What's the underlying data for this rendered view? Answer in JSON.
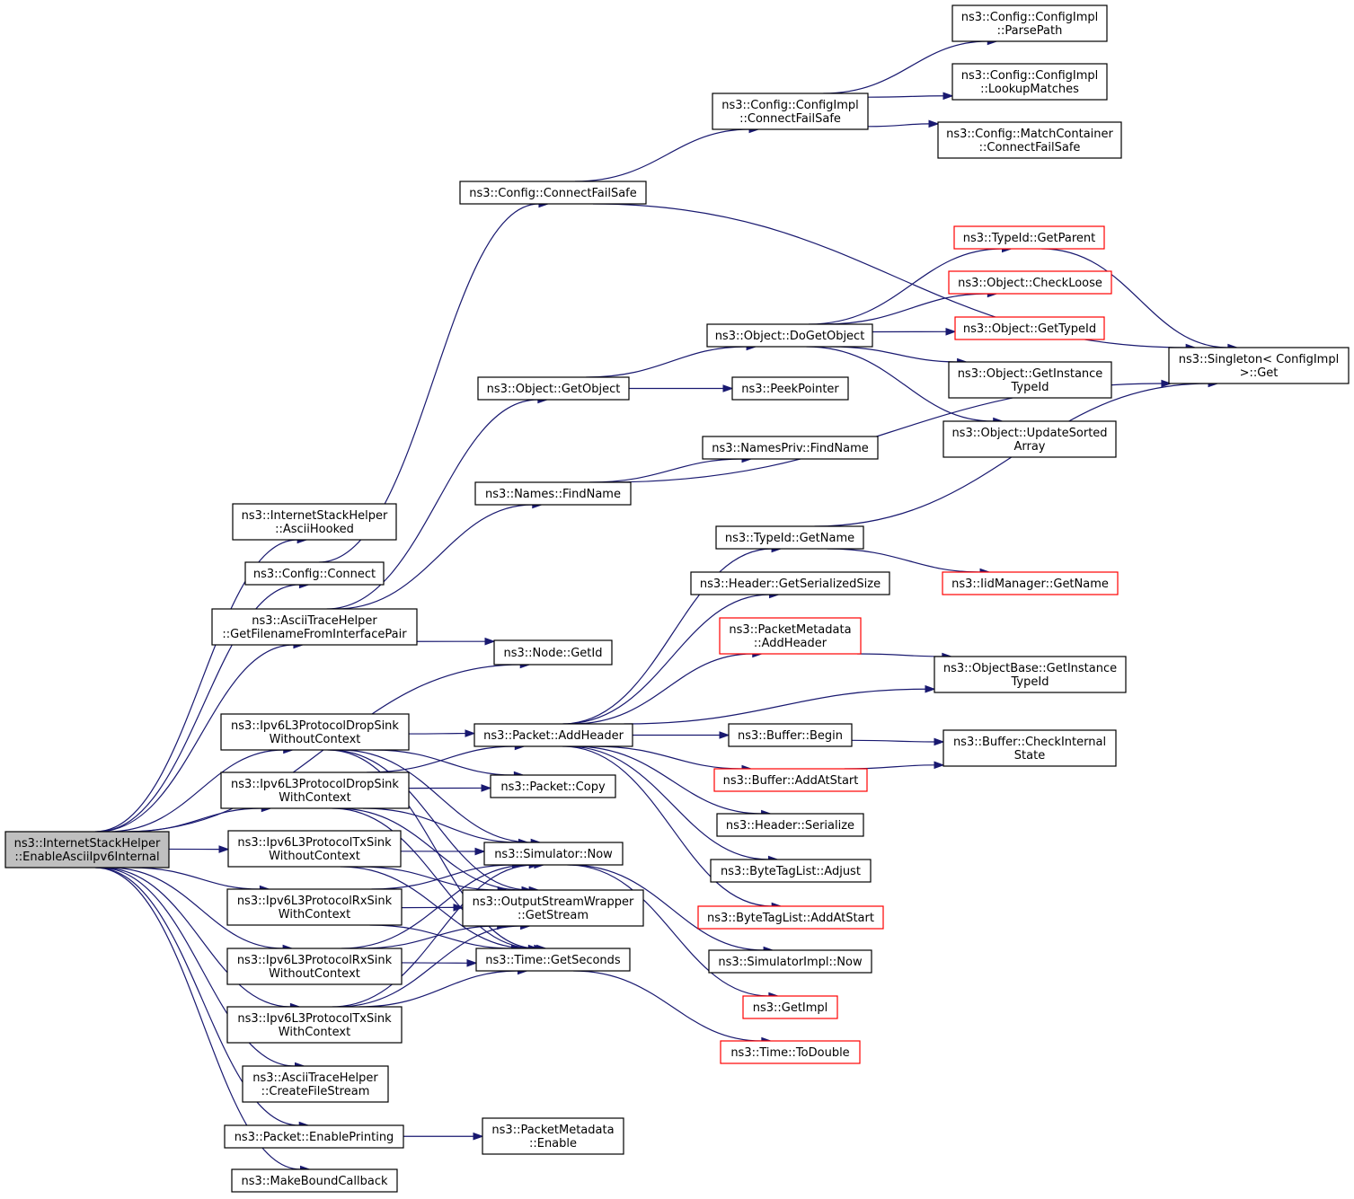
{
  "colors": {
    "edge": "#191970",
    "node_border": "#000000",
    "incomplete_node_border": "#ff0000",
    "root_fill": "#bfbfbf"
  },
  "nodes": {
    "root": {
      "lines": [
        "ns3::InternetStackHelper",
        "::EnableAsciiIpv6Internal"
      ],
      "kind": "root"
    },
    "asciiHooked": {
      "lines": [
        "ns3::InternetStackHelper",
        "::AsciiHooked"
      ]
    },
    "cfgConnect": {
      "lines": [
        "ns3::Config::Connect"
      ]
    },
    "getFilename": {
      "lines": [
        "ns3::AsciiTraceHelper",
        "::GetFilenameFromInterfacePair"
      ]
    },
    "dropSinkWO": {
      "lines": [
        "ns3::Ipv6L3ProtocolDropSink",
        "WithoutContext"
      ]
    },
    "dropSinkW": {
      "lines": [
        "ns3::Ipv6L3ProtocolDropSink",
        "WithContext"
      ]
    },
    "txSinkWO": {
      "lines": [
        "ns3::Ipv6L3ProtocolTxSink",
        "WithoutContext"
      ]
    },
    "rxSinkW": {
      "lines": [
        "ns3::Ipv6L3ProtocolRxSink",
        "WithContext"
      ]
    },
    "rxSinkWO": {
      "lines": [
        "ns3::Ipv6L3ProtocolRxSink",
        "WithoutContext"
      ]
    },
    "txSinkW": {
      "lines": [
        "ns3::Ipv6L3ProtocolTxSink",
        "WithContext"
      ]
    },
    "createFileStream": {
      "lines": [
        "ns3::AsciiTraceHelper",
        "::CreateFileStream"
      ]
    },
    "enablePrinting": {
      "lines": [
        "ns3::Packet::EnablePrinting"
      ]
    },
    "makeBound": {
      "lines": [
        "ns3::MakeBoundCallback"
      ]
    },
    "cfgConnectFS": {
      "lines": [
        "ns3::Config::ConnectFailSafe"
      ]
    },
    "objGetObject": {
      "lines": [
        "ns3::Object::GetObject"
      ]
    },
    "namesFind": {
      "lines": [
        "ns3::Names::FindName"
      ]
    },
    "nodeGetId": {
      "lines": [
        "ns3::Node::GetId"
      ]
    },
    "pktAddHeader": {
      "lines": [
        "ns3::Packet::AddHeader"
      ]
    },
    "pktCopy": {
      "lines": [
        "ns3::Packet::Copy"
      ]
    },
    "simNow": {
      "lines": [
        "ns3::Simulator::Now"
      ]
    },
    "osGetStream": {
      "lines": [
        "ns3::OutputStreamWrapper",
        "::GetStream"
      ]
    },
    "timeGetSeconds": {
      "lines": [
        "ns3::Time::GetSeconds"
      ]
    },
    "pmEnable": {
      "lines": [
        "ns3::PacketMetadata",
        "::Enable"
      ]
    },
    "cfgImplConnectFS": {
      "lines": [
        "ns3::Config::ConfigImpl",
        "::ConnectFailSafe"
      ]
    },
    "cfgParsePath": {
      "lines": [
        "ns3::Config::ConfigImpl",
        "::ParsePath"
      ]
    },
    "cfgLookup": {
      "lines": [
        "ns3::Config::ConfigImpl",
        "::LookupMatches"
      ]
    },
    "cfgMatchCont": {
      "lines": [
        "ns3::Config::MatchContainer",
        "::ConnectFailSafe"
      ]
    },
    "doGetObject": {
      "lines": [
        "ns3::Object::DoGetObject"
      ]
    },
    "peekPointer": {
      "lines": [
        "ns3::PeekPointer"
      ]
    },
    "namesPrivFind": {
      "lines": [
        "ns3::NamesPriv::FindName"
      ]
    },
    "typeIdGetName": {
      "lines": [
        "ns3::TypeId::GetName"
      ]
    },
    "headerGetSer": {
      "lines": [
        "ns3::Header::GetSerializedSize"
      ]
    },
    "pmAddHeader": {
      "lines": [
        "ns3::PacketMetadata",
        "::AddHeader"
      ],
      "kind": "red"
    },
    "bufBegin": {
      "lines": [
        "ns3::Buffer::Begin"
      ]
    },
    "bufAddAtStart": {
      "lines": [
        "ns3::Buffer::AddAtStart"
      ],
      "kind": "red"
    },
    "headerSerialize": {
      "lines": [
        "ns3::Header::Serialize"
      ]
    },
    "btlAdjust": {
      "lines": [
        "ns3::ByteTagList::Adjust"
      ]
    },
    "btlAddAtStart": {
      "lines": [
        "ns3::ByteTagList::AddAtStart"
      ],
      "kind": "red"
    },
    "simImplNow": {
      "lines": [
        "ns3::SimulatorImpl::Now"
      ]
    },
    "getImpl": {
      "lines": [
        "ns3::GetImpl"
      ],
      "kind": "red"
    },
    "timeToDouble": {
      "lines": [
        "ns3::Time::ToDouble"
      ],
      "kind": "red"
    },
    "typeIdGetParent": {
      "lines": [
        "ns3::TypeId::GetParent"
      ],
      "kind": "red"
    },
    "objCheckLoose": {
      "lines": [
        "ns3::Object::CheckLoose"
      ],
      "kind": "red"
    },
    "objGetTypeId": {
      "lines": [
        "ns3::Object::GetTypeId"
      ],
      "kind": "red"
    },
    "objGetInstTid": {
      "lines": [
        "ns3::Object::GetInstance",
        "TypeId"
      ]
    },
    "objUpdSorted": {
      "lines": [
        "ns3::Object::UpdateSorted",
        "Array"
      ]
    },
    "iidGetName": {
      "lines": [
        "ns3::IidManager::GetName"
      ],
      "kind": "red"
    },
    "objBaseGetInst": {
      "lines": [
        "ns3::ObjectBase::GetInstance",
        "TypeId"
      ]
    },
    "bufCheckInt": {
      "lines": [
        "ns3::Buffer::CheckInternal",
        "State"
      ]
    },
    "singletonGet": {
      "lines": [
        "ns3::Singleton< ConfigImpl",
        " >::Get"
      ]
    }
  },
  "edges": [
    [
      "root",
      "asciiHooked"
    ],
    [
      "root",
      "cfgConnect"
    ],
    [
      "root",
      "getFilename"
    ],
    [
      "root",
      "nodeGetId"
    ],
    [
      "root",
      "dropSinkWO"
    ],
    [
      "root",
      "dropSinkW"
    ],
    [
      "root",
      "txSinkWO"
    ],
    [
      "root",
      "rxSinkW"
    ],
    [
      "root",
      "rxSinkWO"
    ],
    [
      "root",
      "txSinkW"
    ],
    [
      "root",
      "createFileStream"
    ],
    [
      "root",
      "enablePrinting"
    ],
    [
      "root",
      "makeBound"
    ],
    [
      "cfgConnect",
      "cfgConnectFS"
    ],
    [
      "getFilename",
      "objGetObject"
    ],
    [
      "getFilename",
      "namesFind"
    ],
    [
      "getFilename",
      "nodeGetId"
    ],
    [
      "dropSinkWO",
      "pktAddHeader"
    ],
    [
      "dropSinkWO",
      "pktCopy"
    ],
    [
      "dropSinkWO",
      "simNow"
    ],
    [
      "dropSinkWO",
      "osGetStream"
    ],
    [
      "dropSinkWO",
      "timeGetSeconds"
    ],
    [
      "dropSinkW",
      "pktAddHeader"
    ],
    [
      "dropSinkW",
      "pktCopy"
    ],
    [
      "dropSinkW",
      "simNow"
    ],
    [
      "dropSinkW",
      "osGetStream"
    ],
    [
      "dropSinkW",
      "timeGetSeconds"
    ],
    [
      "txSinkWO",
      "simNow"
    ],
    [
      "txSinkWO",
      "osGetStream"
    ],
    [
      "txSinkWO",
      "timeGetSeconds"
    ],
    [
      "rxSinkW",
      "simNow"
    ],
    [
      "rxSinkW",
      "osGetStream"
    ],
    [
      "rxSinkW",
      "timeGetSeconds"
    ],
    [
      "rxSinkWO",
      "simNow"
    ],
    [
      "rxSinkWO",
      "osGetStream"
    ],
    [
      "rxSinkWO",
      "timeGetSeconds"
    ],
    [
      "txSinkW",
      "simNow"
    ],
    [
      "txSinkW",
      "osGetStream"
    ],
    [
      "txSinkW",
      "timeGetSeconds"
    ],
    [
      "enablePrinting",
      "pmEnable"
    ],
    [
      "cfgConnectFS",
      "cfgImplConnectFS"
    ],
    [
      "cfgConnectFS",
      "singletonGet"
    ],
    [
      "cfgImplConnectFS",
      "cfgParsePath"
    ],
    [
      "cfgImplConnectFS",
      "cfgLookup"
    ],
    [
      "cfgImplConnectFS",
      "cfgMatchCont"
    ],
    [
      "objGetObject",
      "doGetObject"
    ],
    [
      "objGetObject",
      "peekPointer"
    ],
    [
      "doGetObject",
      "typeIdGetParent"
    ],
    [
      "doGetObject",
      "objCheckLoose"
    ],
    [
      "doGetObject",
      "objGetTypeId"
    ],
    [
      "doGetObject",
      "objGetInstTid"
    ],
    [
      "doGetObject",
      "objUpdSorted"
    ],
    [
      "typeIdGetParent",
      "singletonGet"
    ],
    [
      "namesFind",
      "namesPrivFind"
    ],
    [
      "namesFind",
      "singletonGet"
    ],
    [
      "pktAddHeader",
      "typeIdGetName"
    ],
    [
      "pktAddHeader",
      "headerGetSer"
    ],
    [
      "pktAddHeader",
      "pmAddHeader"
    ],
    [
      "pktAddHeader",
      "objBaseGetInst"
    ],
    [
      "pktAddHeader",
      "bufBegin"
    ],
    [
      "pktAddHeader",
      "bufAddAtStart"
    ],
    [
      "pktAddHeader",
      "headerSerialize"
    ],
    [
      "pktAddHeader",
      "btlAdjust"
    ],
    [
      "pktAddHeader",
      "btlAddAtStart"
    ],
    [
      "typeIdGetName",
      "singletonGet"
    ],
    [
      "typeIdGetName",
      "iidGetName"
    ],
    [
      "pmAddHeader",
      "objBaseGetInst"
    ],
    [
      "bufBegin",
      "bufCheckInt"
    ],
    [
      "bufAddAtStart",
      "bufCheckInt"
    ],
    [
      "simNow",
      "simImplNow"
    ],
    [
      "simNow",
      "getImpl"
    ],
    [
      "timeGetSeconds",
      "timeToDouble"
    ]
  ]
}
